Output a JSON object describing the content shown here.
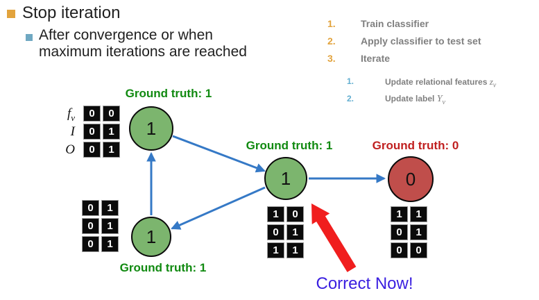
{
  "slide": {
    "title": "Stop iteration",
    "subtitle": "After convergence or when maximum iterations are reached"
  },
  "steps": {
    "items": [
      {
        "num": "1.",
        "label": "Train classifier"
      },
      {
        "num": "2.",
        "label": "Apply classifier to test set"
      },
      {
        "num": "3.",
        "label": "Iterate"
      }
    ],
    "sub_items": [
      {
        "num": "1.",
        "label": "Update relational features",
        "math": "z",
        "math_sub": "v"
      },
      {
        "num": "2.",
        "label": "Update label",
        "math": "Y",
        "math_sub": "v"
      }
    ]
  },
  "diagram": {
    "nodes": {
      "a": {
        "value": "1",
        "ground_truth": "Ground truth: 1"
      },
      "b": {
        "value": "1",
        "ground_truth": "Ground truth: 1"
      },
      "c": {
        "value": "1",
        "ground_truth": "Ground truth: 1"
      },
      "d": {
        "value": "0",
        "ground_truth": "Ground truth: 0"
      }
    },
    "matrix_row_labels": {
      "f": "f",
      "f_sub": "v",
      "i": "I",
      "o": "O"
    },
    "matrices": {
      "a": [
        [
          "0",
          "0"
        ],
        [
          "0",
          "1"
        ],
        [
          "0",
          "1"
        ]
      ],
      "b": [
        [
          "0",
          "1"
        ],
        [
          "0",
          "1"
        ],
        [
          "0",
          "1"
        ]
      ],
      "c": [
        [
          "1",
          "0"
        ],
        [
          "0",
          "1"
        ],
        [
          "1",
          "1"
        ]
      ],
      "d": [
        [
          "1",
          "1"
        ],
        [
          "0",
          "1"
        ],
        [
          "0",
          "0"
        ]
      ]
    },
    "annotation": "Correct Now!"
  },
  "colors": {
    "accent_orange": "#E2A33D",
    "accent_light_blue": "#62AED0",
    "steps_text_gray": "#7F7F7F",
    "node_green": "#7CB56E",
    "node_red": "#C04E4B",
    "ground_truth_green": "#118A11",
    "ground_truth_red": "#C02020",
    "edge_blue": "#3579C6",
    "correct_arrow_red": "#F01E1E",
    "annotation_blue": "#3A1FE0",
    "matrix_cell_black": "#0B0B0B"
  }
}
